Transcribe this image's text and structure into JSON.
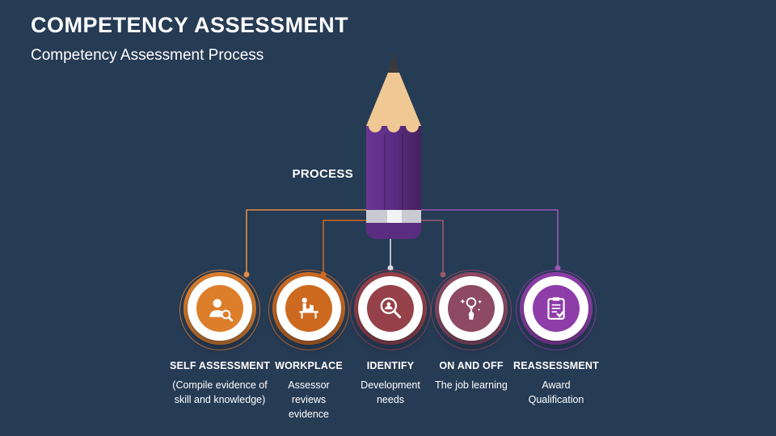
{
  "slide": {
    "title": "COMPETENCY ASSESSMENT",
    "subtitle": "Competency Assessment Process",
    "background_color": "#263B54"
  },
  "pencil": {
    "label": "PROCESS",
    "body_color": "#5B2D82",
    "band_color": "#C9CAD2",
    "wood_color": "#F0C894",
    "graphite_color": "#3B3B3E"
  },
  "steps": [
    {
      "title": "SELF ASSESSMENT",
      "description": "(Compile evidence of\nskill and knowledge)",
      "color": "#DD7E2B",
      "icon": "person-search-icon"
    },
    {
      "title": "WORKPLACE",
      "description": "Assessor\nreviews\nevidence",
      "color": "#CE6A1F",
      "icon": "assessor-desk-icon"
    },
    {
      "title": "IDENTIFY",
      "description": "Development\nneeds",
      "color": "#964149",
      "icon": "magnifier-person-icon"
    },
    {
      "title": "ON AND OFF",
      "description": "The job learning",
      "color": "#8E4A62",
      "icon": "hand-lightbulb-icon"
    },
    {
      "title": "REASSESSMENT",
      "description": "Award\nQualification",
      "color": "#8E3DA8",
      "icon": "clipboard-check-icon"
    }
  ]
}
